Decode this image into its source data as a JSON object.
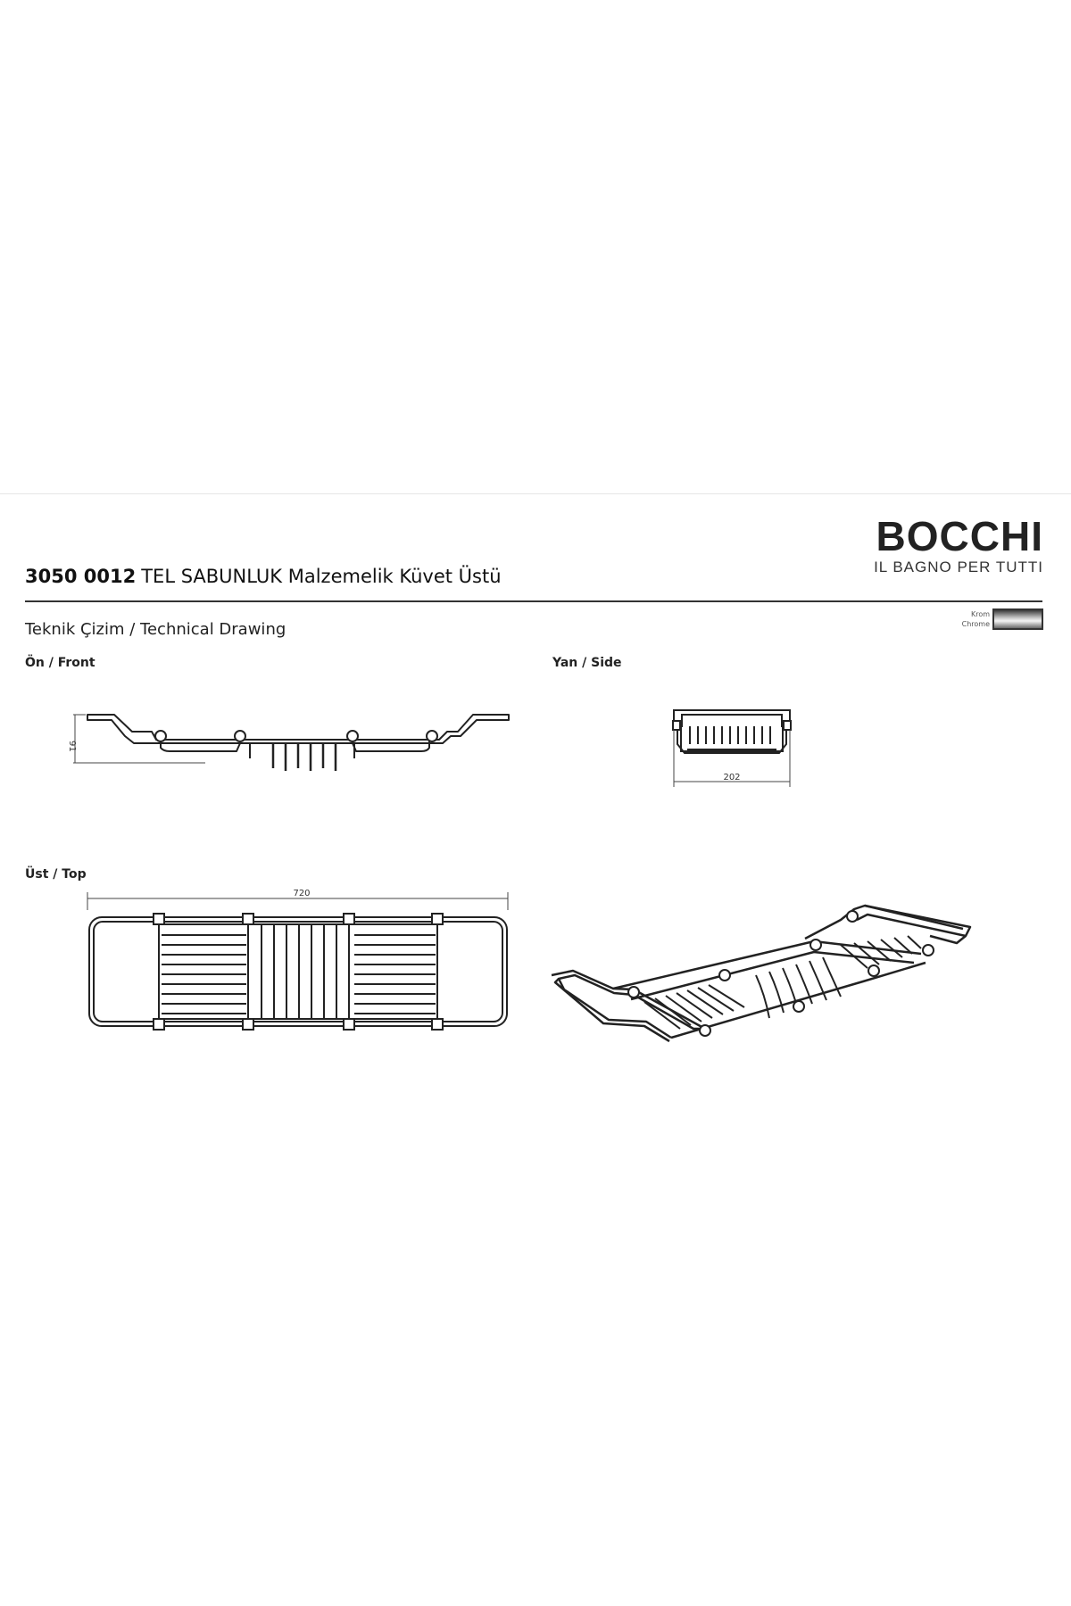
{
  "brand": {
    "name": "BOCCHI",
    "tagline": "IL BAGNO PER TUTTI"
  },
  "product": {
    "code": "3050 0012",
    "name": "TEL SABUNLUK Malzemelik Küvet Üstü"
  },
  "subtitle": "Teknik Çizim / Technical Drawing",
  "finish": {
    "label_tr": "Krom",
    "label_en": "Chrome",
    "swatch_color": "#c8c8c8"
  },
  "views": {
    "front": {
      "label": "Ön / Front",
      "dimension": "91"
    },
    "side": {
      "label": "Yan / Side",
      "dimension": "202"
    },
    "top": {
      "label": "Üst / Top",
      "dimension": "720"
    },
    "perspective": {}
  }
}
